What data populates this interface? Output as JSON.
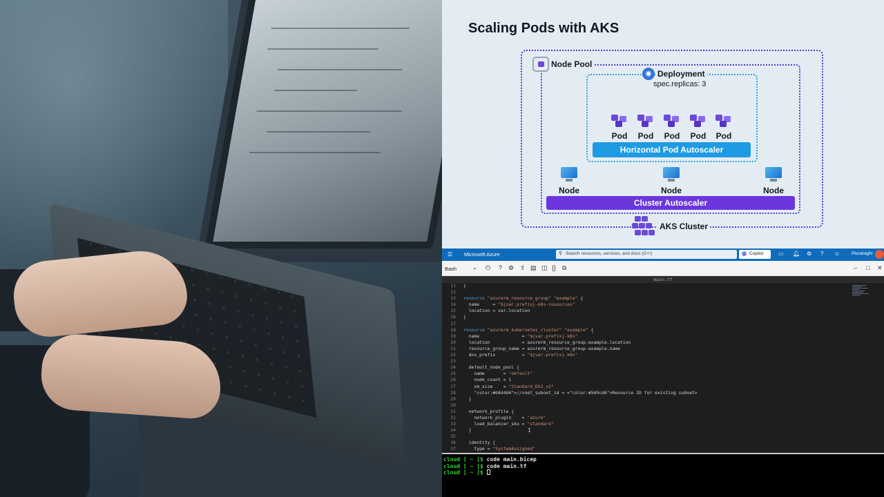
{
  "slide": {
    "title": "Scaling Pods with AKS",
    "aks_label": "AKS Cluster",
    "pool_label": "Node Pool",
    "deploy_label": "Deployment",
    "replicas_label": "spec.replicas: 3",
    "pods": [
      "Pod",
      "Pod",
      "Pod",
      "Pod",
      "Pod"
    ],
    "hpa_label": "Horizontal Pod Autoscaler",
    "nodes": [
      "Node",
      "Node",
      "Node"
    ],
    "ca_label": "Cluster Autoscaler",
    "colors": {
      "hpa": "#1e9be3",
      "cluster_autoscaler": "#6b36dd",
      "dotted_border": "#4b3fc9"
    }
  },
  "azure": {
    "brand": "Microsoft Azure",
    "search_placeholder": "Search resources, services, and docs (G+/)",
    "copilot": "Copilot",
    "user": "Pluralsight",
    "icons": [
      "menu-icon",
      "terminal-icon",
      "bell-icon",
      "gear-icon",
      "help-icon",
      "feedback-icon"
    ],
    "accent": "#0f6cbd"
  },
  "shell": {
    "shell_type": "Bash",
    "toolbar_icons": [
      "restart-icon",
      "help-icon",
      "settings-icon",
      "upload-icon",
      "open-editor-icon",
      "web-preview-icon",
      "braces-icon",
      "preview-icon"
    ],
    "window_icons": [
      "minimize-icon",
      "maximize-icon",
      "close-icon"
    ]
  },
  "editor": {
    "filename": "main.tf",
    "lines": [
      {
        "n": "11",
        "t": "}"
      },
      {
        "n": "12",
        "t": ""
      },
      {
        "n": "13",
        "t": "resource \"azurerm_resource_group\" \"example\" {"
      },
      {
        "n": "14",
        "t": "  name     = \"${var.prefix}-k8s-resources\""
      },
      {
        "n": "15",
        "t": "  location = var.location"
      },
      {
        "n": "16",
        "t": "}"
      },
      {
        "n": "17",
        "t": ""
      },
      {
        "n": "18",
        "t": "resource \"azurerm_kubernetes_cluster\" \"example\" {"
      },
      {
        "n": "19",
        "t": "  name                = \"${var.prefix}-k8s\""
      },
      {
        "n": "20",
        "t": "  location            = azurerm_resource_group.example.location"
      },
      {
        "n": "21",
        "t": "  resource_group_name = azurerm_resource_group.example.name"
      },
      {
        "n": "22",
        "t": "  dns_prefix          = \"${var.prefix}-k8s\""
      },
      {
        "n": "23",
        "t": ""
      },
      {
        "n": "24",
        "t": "  default_node_pool {"
      },
      {
        "n": "25",
        "t": "    name       = \"default\""
      },
      {
        "n": "26",
        "t": "    node_count = 1"
      },
      {
        "n": "27",
        "t": "    vm_size    = \"Standard_DS2_v2\""
      },
      {
        "n": "28",
        "t": "    //vnet_subnet_id = <Resource ID for existing subnet>"
      },
      {
        "n": "29",
        "t": "  }"
      },
      {
        "n": "30",
        "t": ""
      },
      {
        "n": "31",
        "t": "  network_profile {"
      },
      {
        "n": "32",
        "t": "    network_plugin    = \"azure\""
      },
      {
        "n": "33",
        "t": "    load_balancer_sku = \"standard\""
      },
      {
        "n": "34",
        "t": "  }"
      },
      {
        "n": "35",
        "t": ""
      },
      {
        "n": "36",
        "t": "  identity {"
      },
      {
        "n": "37",
        "t": "    type = \"SystemAssigned\""
      }
    ]
  },
  "terminal": {
    "prompt": "cloud [ ~ ]$",
    "lines": [
      {
        "cmd": " code main.bicep"
      },
      {
        "cmd": " code main.tf"
      },
      {
        "cmd": " "
      }
    ]
  }
}
